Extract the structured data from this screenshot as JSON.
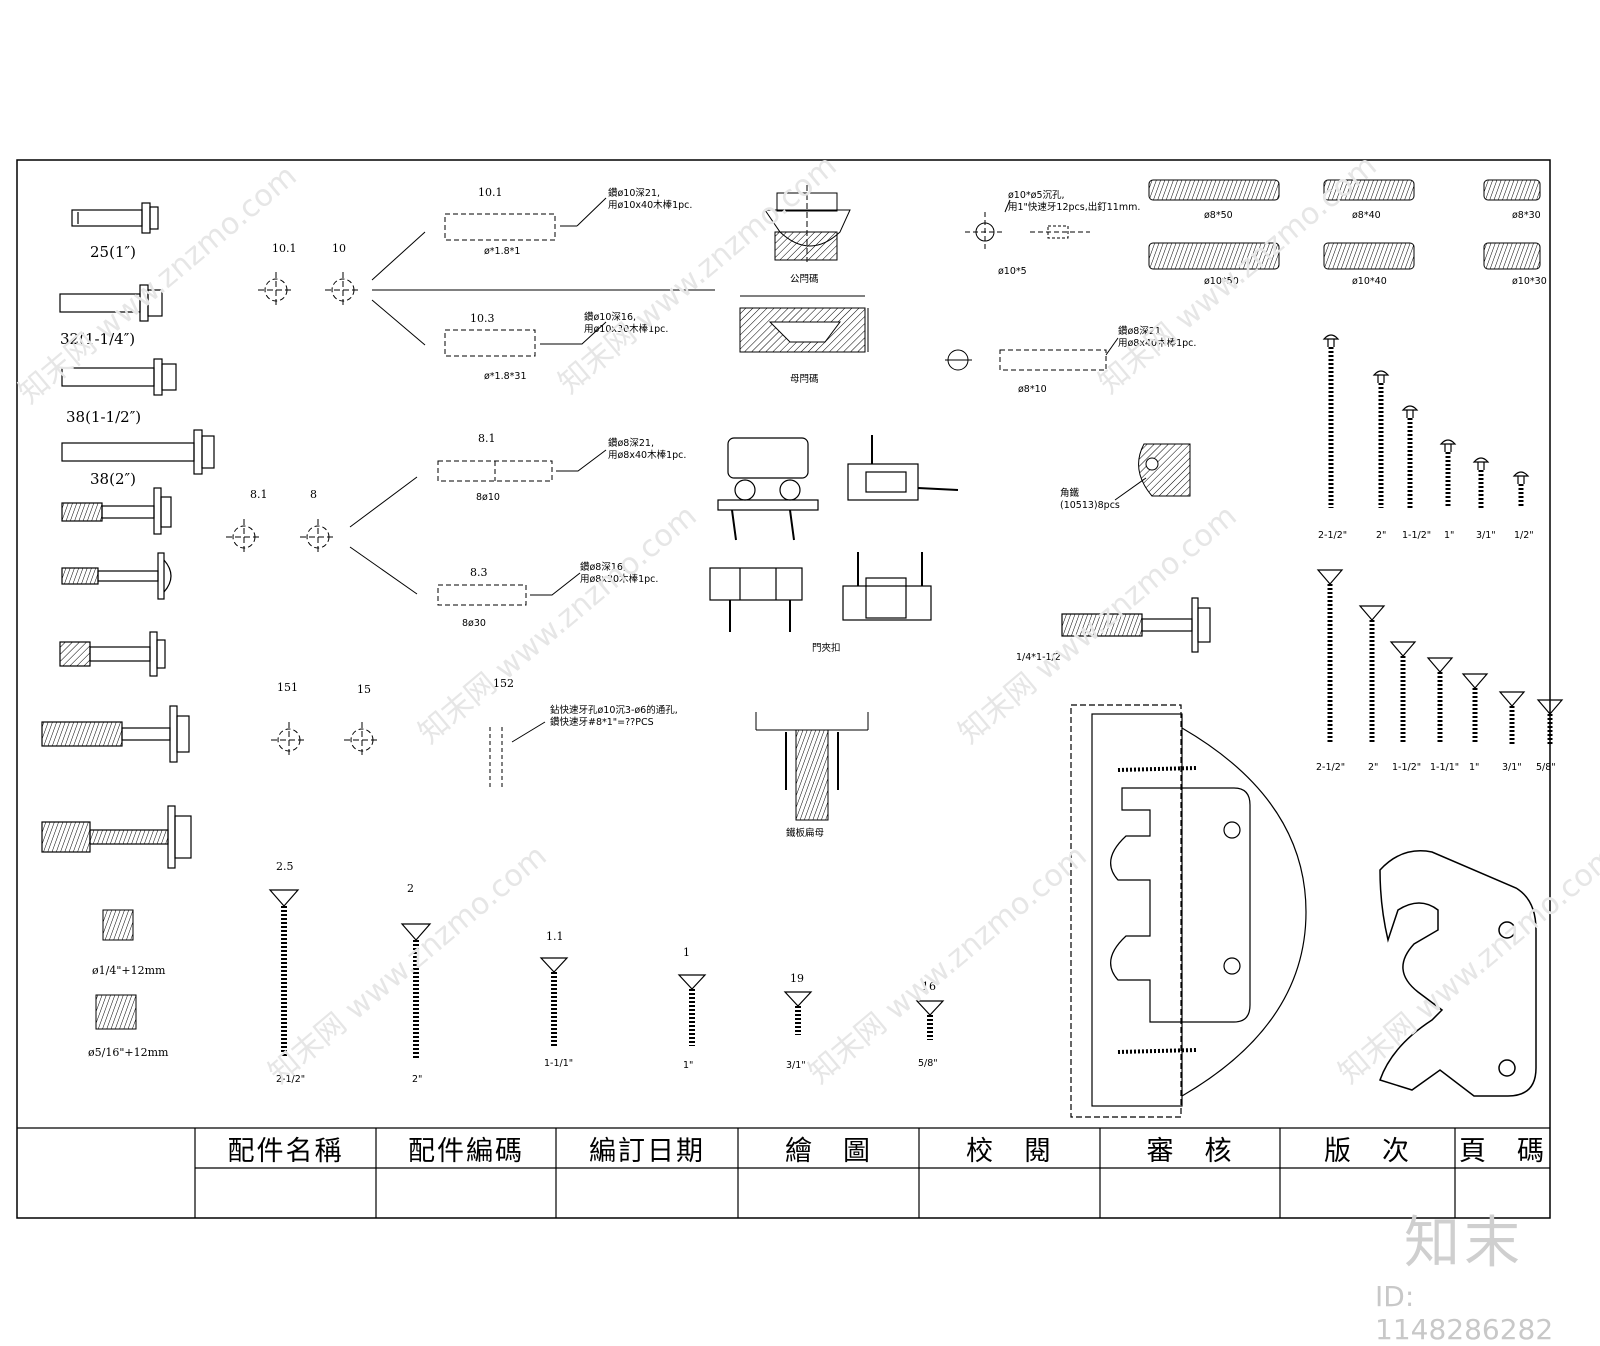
{
  "bolts": {
    "b25": "25(1″)",
    "b32": "32(1-1/4″)",
    "b38a": "38(1-1/2″)",
    "b38b": "38(2″)"
  },
  "inserts": {
    "i1": "ø1/4\"+12mm",
    "i2": "ø5/16\"+12mm"
  },
  "holes": {
    "h101": "10.1",
    "h10": "10",
    "h81": "8.1",
    "h8": "8",
    "h151": "151",
    "h15": "15",
    "h152": "152"
  },
  "dowels": {
    "d101_title": "10.1",
    "d101_note1": "鑽ø10深21,",
    "d101_note2": "用ø10x40木棒1pc.",
    "d101_dim": "ø*1.8*1",
    "d103_title": "10.3",
    "d103_note1": "鑽ø10深16,",
    "d103_note2": "用ø10x30木棒1pc.",
    "d103_dim": "ø*1.8*31",
    "d81_title": "8.1",
    "d81_note1": "鑽ø8深21,",
    "d81_note2": "用ø8x40木棒1pc.",
    "d81_dim": "8ø10",
    "d83_title": "8.3",
    "d83_note1": "鑽ø8深16,",
    "d83_note2": "用ø8x30木棒1pc.",
    "d83_dim": "8ø30",
    "d152_note1": "鉆快速牙孔ø10沉3-ø6的通孔,",
    "d152_note2": "鑽快速牙#8*1\"=??PCS"
  },
  "connectors": {
    "male": "公閂碼",
    "female": "母閂碼",
    "door_clip": "門夾扣",
    "nut": "鐵板扁母",
    "corner_note1": "角鐵",
    "corner_note2": "(10513)8pcs",
    "sunk_note1": "ø10*ø5沉孔,",
    "sunk_note2": "用1\"快速牙12pcs,出釘11mm.",
    "sunk_dim": "ø10*5",
    "d8_note1": "鑽ø8深21,",
    "d8_note2": "用ø8x40木棒1pc.",
    "d8_dim": "ø8*10",
    "bolt_label": "1/4*1-1/2"
  },
  "pins": {
    "p850": "ø8*50",
    "p840": "ø8*40",
    "p830": "ø8*30",
    "p1050": "ø10*50",
    "p1040": "ø10*40",
    "p1030": "ø10*30"
  },
  "pan_screws": [
    "2-1/2\"",
    "2\"",
    "1-1/2\"",
    "1\"",
    "3/1\"",
    "1/2\""
  ],
  "flat_screws": [
    "2-1/2\"",
    "2\"",
    "1-1/2\"",
    "1-1/1\"",
    "1\"",
    "3/1\"",
    "5/8\""
  ],
  "wood_screws": {
    "s25_top": "2.5",
    "s25_bot": "2-1/2\"",
    "s2_top": "2",
    "s2_bot": "2\"",
    "s11_top": "1.1",
    "s11_bot": "1-1/1\"",
    "s1_top": "1",
    "s1_bot": "1\"",
    "s19_top": "19",
    "s19_bot": "3/1\"",
    "s16_top": "16",
    "s16_bot": "5/8\""
  },
  "title_block": {
    "part_name": "配件名稱",
    "part_code": "配件編碼",
    "revision_date": "編訂日期",
    "drawn": "繪　圖",
    "checked": "校　閱",
    "approved": "審　核",
    "version": "版　次",
    "page": "頁　碼"
  },
  "watermark": {
    "logo": "知末",
    "id": "ID: 1148286282",
    "site": "知末网 www.znzmo.com"
  }
}
